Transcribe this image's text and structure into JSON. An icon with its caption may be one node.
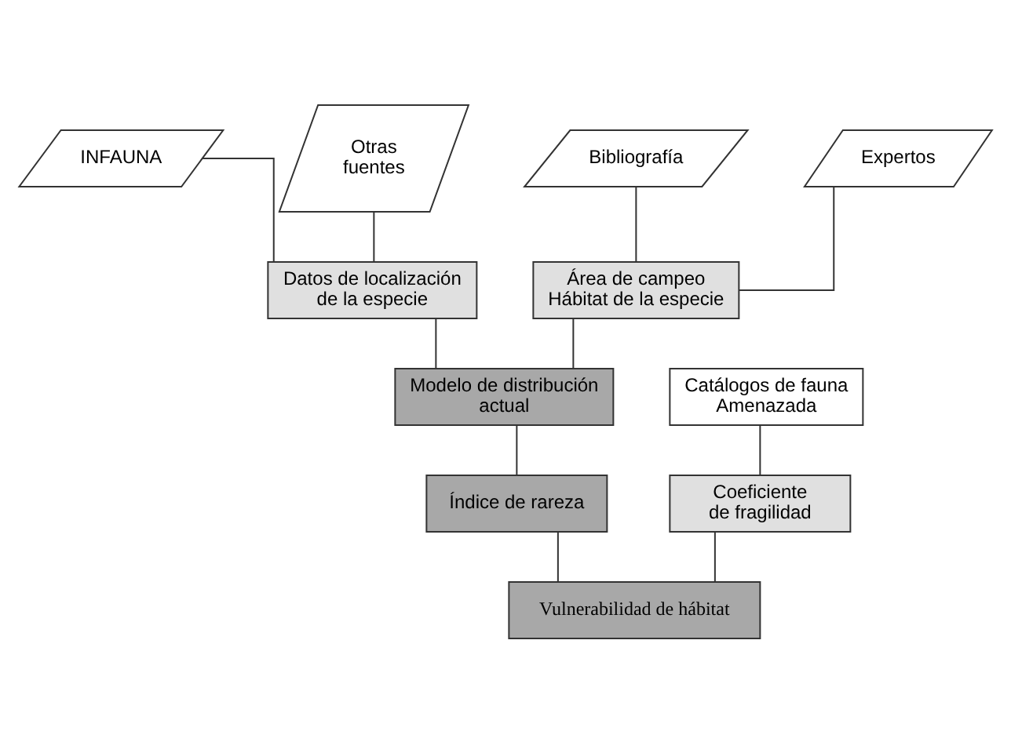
{
  "diagram": {
    "nodes": [
      {
        "text": [
          "INFAUNA"
        ]
      },
      {
        "text": [
          "Otras fuentes"
        ]
      },
      {
        "text": [
          "Bibliografía"
        ]
      },
      {
        "text": [
          "Expertos"
        ]
      },
      {
        "text": [
          "Datos de localización de la especie"
        ]
      },
      {
        "text": [
          "Área de campeo Hábitat de la especie"
        ]
      },
      {
        "text": [
          "Modelo de distribución actual"
        ]
      },
      {
        "text": [
          "Catálogos de fauna Amenazada"
        ]
      },
      {
        "text": [
          "Índice de rareza"
        ]
      },
      {
        "text": [
          "Coeficiente de fragilidad"
        ]
      },
      {
        "text": [
          "Vulnerabilidad de hábitat"
        ]
      }
    ],
    "edges": [
      {
        "from": 0,
        "to": 4,
        "arrow": "none"
      },
      {
        "from": 1,
        "to": 4,
        "arrow": "none"
      },
      {
        "from": 2,
        "to": 5,
        "arrow": "none"
      },
      {
        "from": 3,
        "to": 5,
        "arrow": "none"
      },
      {
        "from": 4,
        "to": 6,
        "arrow": "none"
      },
      {
        "from": 5,
        "to": 6,
        "arrow": "none"
      },
      {
        "from": 6,
        "to": 8,
        "arrow": "none"
      },
      {
        "from": 7,
        "to": 9,
        "arrow": "none"
      },
      {
        "from": 8,
        "to": 10,
        "arrow": "none"
      },
      {
        "from": 9,
        "to": 10,
        "arrow": "none"
      }
    ]
  }
}
